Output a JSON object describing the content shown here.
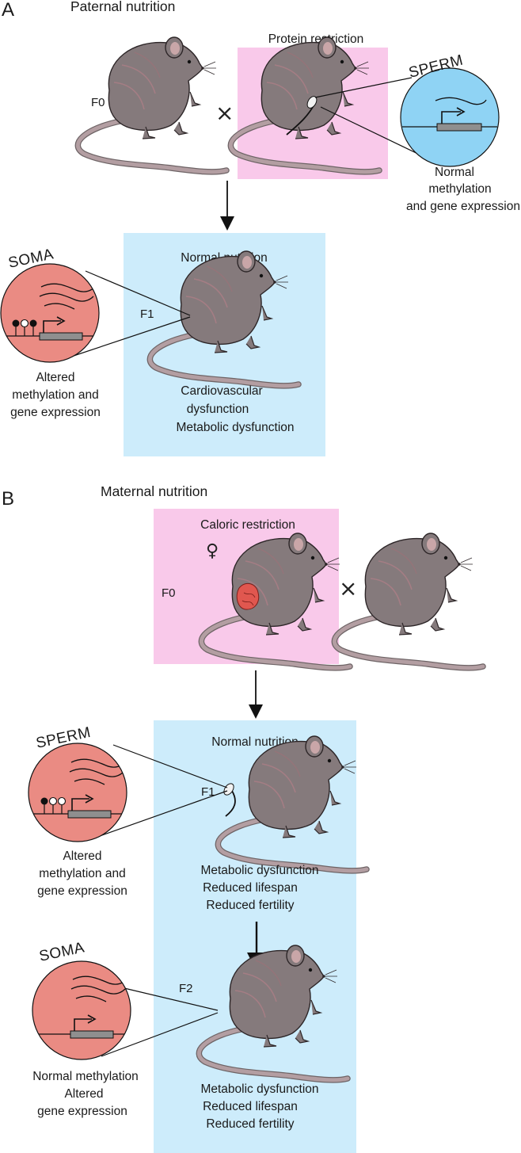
{
  "panel_a": {
    "letter": "A",
    "title": "Paternal nutrition",
    "treatment_label": "Protein restriction",
    "f0_label": "F0",
    "female_symbol": "♀",
    "male_symbol": "♂",
    "cross_symbol": "×",
    "sperm_circle": {
      "label": "SPERM",
      "caption": [
        "Normal",
        "methylation",
        "and gene expression"
      ],
      "color": "#8fd3f4"
    },
    "offspring": {
      "box_label": "Normal nutrition",
      "gen_label": "F1",
      "phenotypes": [
        "Cardiovascular",
        "dysfunction",
        "Metabolic dysfunction"
      ]
    },
    "soma_circle": {
      "label": "SOMA",
      "caption": [
        "Altered",
        "methylation and",
        "gene expression"
      ],
      "color": "#ea8b83"
    }
  },
  "panel_b": {
    "letter": "B",
    "title": "Maternal nutrition",
    "treatment_label": "Caloric restriction",
    "f0_label": "F0",
    "female_symbol": "♀",
    "male_symbol": "♂",
    "cross_symbol": "×",
    "offspring_box_label": "Normal nutrition",
    "f1": {
      "gen_label": "F1",
      "sex_symbol": "♂",
      "phenotypes": [
        "Metabolic dysfunction",
        "Reduced lifespan",
        "Reduced fertility"
      ],
      "circle": {
        "label": "SPERM",
        "caption": [
          "Altered",
          "methylation and",
          "gene expression"
        ],
        "color": "#ea8b83"
      }
    },
    "f2": {
      "gen_label": "F2",
      "sex_symbol": "♂",
      "phenotypes": [
        "Metabolic dysfunction",
        "Reduced lifespan",
        "Reduced fertility"
      ],
      "circle": {
        "label": "SOMA",
        "caption": [
          "Normal methylation",
          "Altered",
          "gene expression"
        ],
        "color": "#ea8b83"
      }
    }
  },
  "colors": {
    "treatment_box": "#f9c9ea",
    "normal_box": "#cdecfb",
    "mouse_body": "#857a7c",
    "mouse_tail": "#b39ea2",
    "ear_inner": "#c9a6a8",
    "placenta": "#e0574f"
  },
  "icons": [
    "mouse-icon",
    "female-symbol-icon",
    "male-symbol-icon",
    "cross-icon",
    "arrow-down-icon",
    "gene-promoter-icon",
    "methylation-lollipop-icon",
    "mrna-wave-icon",
    "testis-icon",
    "placenta-icon"
  ]
}
